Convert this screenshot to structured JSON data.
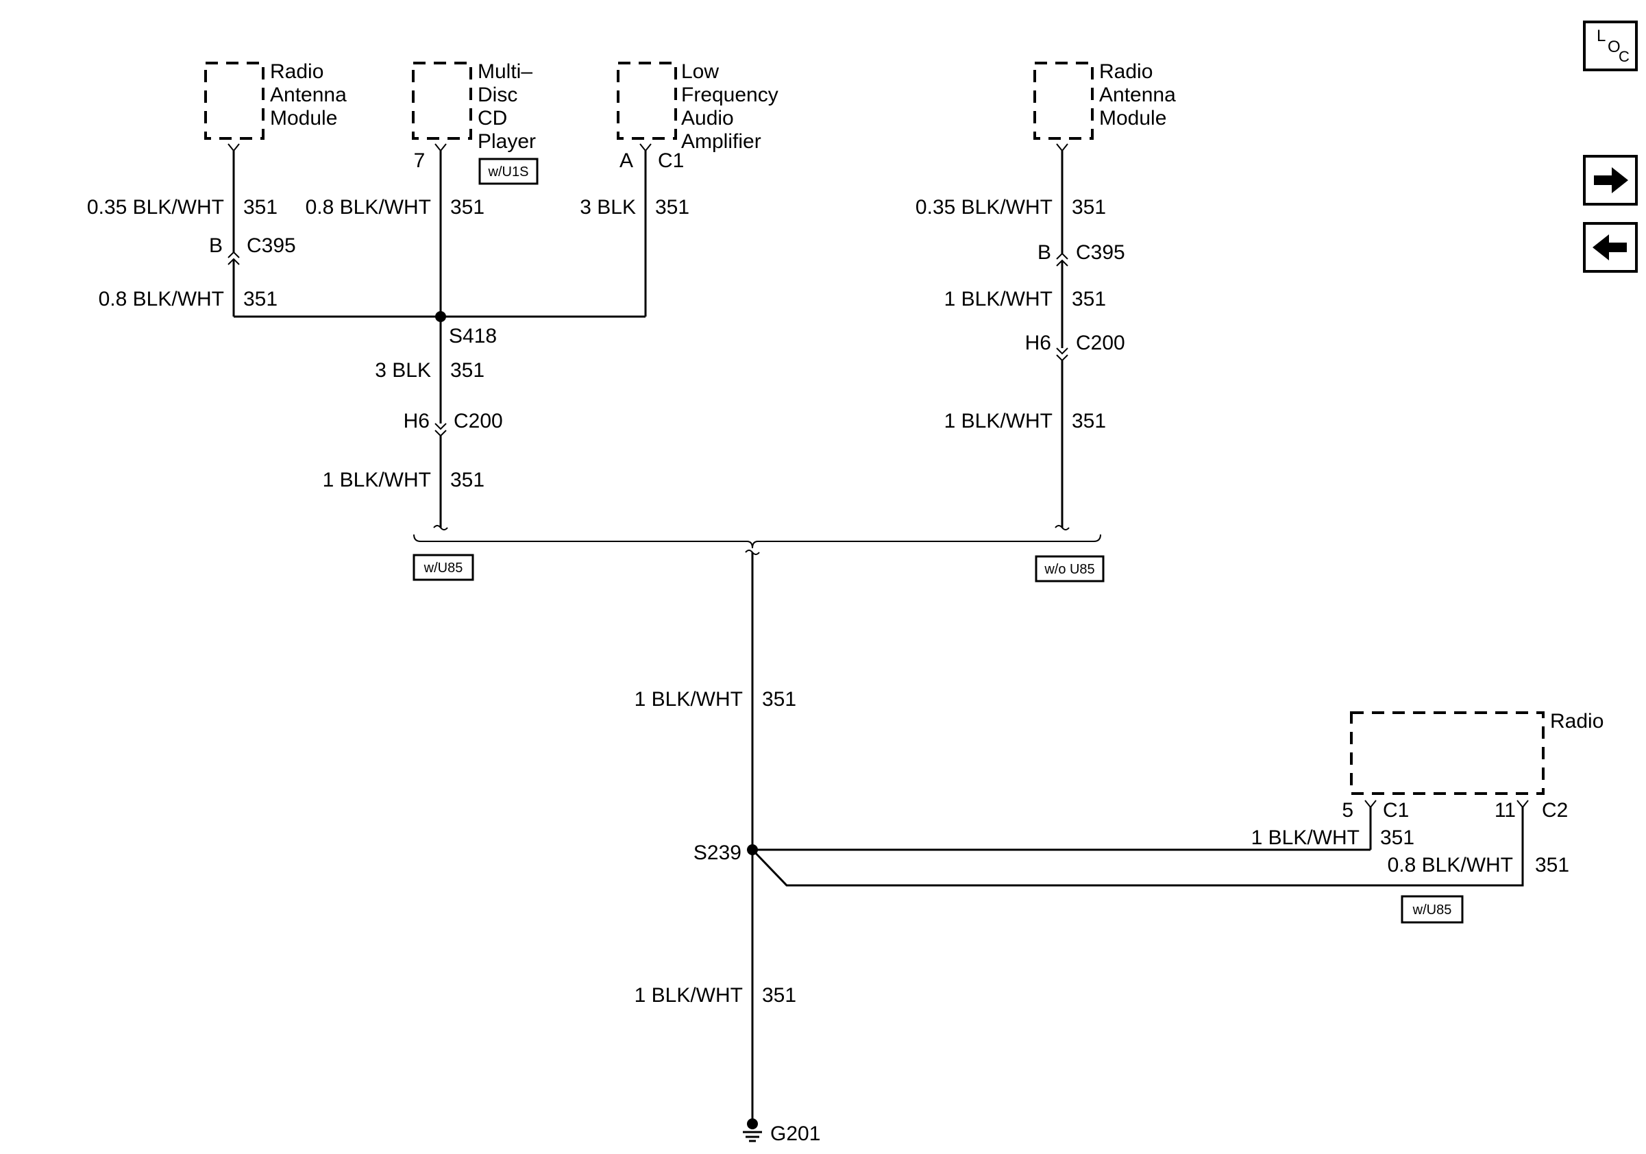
{
  "components": {
    "radio_antenna_module_left": [
      "Radio",
      "Antenna",
      "Module"
    ],
    "multi_disc_cd_player": [
      "Multi–",
      "Disc",
      "CD",
      "Player"
    ],
    "low_frequency_audio_amplifier": [
      "Low",
      "Frequency",
      "Audio",
      "Amplifier"
    ],
    "radio_antenna_module_right": [
      "Radio",
      "Antenna",
      "Module"
    ],
    "radio": "Radio"
  },
  "options": {
    "w_u1s": "w/U1S",
    "w_u85_left": "w/U85",
    "wo_u85": "w/o U85",
    "w_u85_radio": "w/U85"
  },
  "pins": {
    "cd_pin": "7",
    "amp_pin": "A",
    "amp_connector": "C1",
    "radio_c1_pin": "5",
    "radio_c1": "C1",
    "radio_c2_pin": "11",
    "radio_c2": "C2"
  },
  "connectors": {
    "left_c395_pin": "B",
    "left_c395": "C395",
    "left_c200_pin": "H6",
    "left_c200": "C200",
    "right_c395_pin": "B",
    "right_c395": "C395",
    "right_c200_pin": "H6",
    "right_c200": "C200"
  },
  "splices": {
    "s418": "S418",
    "s239": "S239",
    "g201": "G201"
  },
  "wires": {
    "circuit": "351",
    "ant_left_top": "0.35 BLK/WHT",
    "ant_left_bottom": "0.8 BLK/WHT",
    "cd": "0.8 BLK/WHT",
    "amp": "3 BLK",
    "s418_down": "3 BLK",
    "left_after_c200": "1 BLK/WHT",
    "ant_right_top": "0.35 BLK/WHT",
    "right_mid": "1 BLK/WHT",
    "right_bottom": "1 BLK/WHT",
    "main_upper": "1 BLK/WHT",
    "radio_c1": "1 BLK/WHT",
    "radio_c2": "0.8 BLK/WHT",
    "main_lower": "1 BLK/WHT"
  },
  "nav": {
    "loc_icon": "loc-icon",
    "forward_icon": "arrow-right-icon",
    "back_icon": "arrow-left-icon"
  }
}
